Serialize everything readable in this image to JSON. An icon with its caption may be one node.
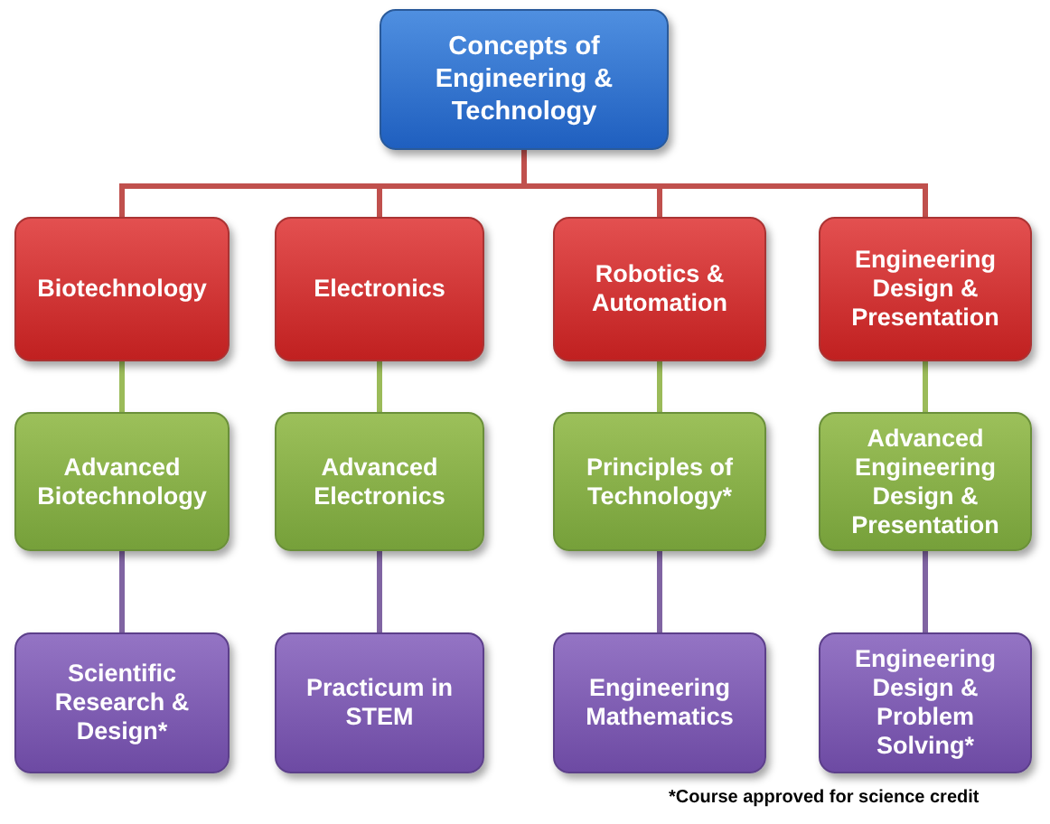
{
  "diagram": {
    "nodes": [
      {
        "text": [
          "Concepts of Engineering & Technology"
        ]
      },
      {
        "text": [
          "Biotechnology"
        ]
      },
      {
        "text": [
          "Electronics"
        ]
      },
      {
        "text": [
          "Robotics & Automation"
        ]
      },
      {
        "text": [
          "Engineering Design & Presentation"
        ]
      },
      {
        "text": [
          "Advanced Biotechnology"
        ]
      },
      {
        "text": [
          "Advanced Electronics"
        ]
      },
      {
        "text": [
          "Principles of Technology*"
        ]
      },
      {
        "text": [
          "Advanced Engineering Design & Presentation"
        ]
      },
      {
        "text": [
          "Scientific Research & Design*"
        ]
      },
      {
        "text": [
          "Practicum in STEM"
        ]
      },
      {
        "text": [
          "Engineering Mathematics"
        ]
      },
      {
        "text": [
          "Engineering Design & Problem Solving*"
        ]
      }
    ],
    "edges": [
      {
        "from": 0,
        "to": 1,
        "arrow": "none",
        "color": "#c0504d"
      },
      {
        "from": 0,
        "to": 2,
        "arrow": "none",
        "color": "#c0504d"
      },
      {
        "from": 0,
        "to": 3,
        "arrow": "none",
        "color": "#c0504d"
      },
      {
        "from": 0,
        "to": 4,
        "arrow": "none",
        "color": "#c0504d"
      },
      {
        "from": 1,
        "to": 5,
        "arrow": "none",
        "color": "#9bbb59"
      },
      {
        "from": 2,
        "to": 6,
        "arrow": "none",
        "color": "#9bbb59"
      },
      {
        "from": 3,
        "to": 7,
        "arrow": "none",
        "color": "#9bbb59"
      },
      {
        "from": 4,
        "to": 8,
        "arrow": "none",
        "color": "#9bbb59"
      },
      {
        "from": 5,
        "to": 9,
        "arrow": "none",
        "color": "#8064a2"
      },
      {
        "from": 6,
        "to": 10,
        "arrow": "none",
        "color": "#8064a2"
      },
      {
        "from": 7,
        "to": 11,
        "arrow": "none",
        "color": "#8064a2"
      },
      {
        "from": 8,
        "to": 12,
        "arrow": "none",
        "color": "#8064a2"
      }
    ],
    "labels": [
      "*Course approved for science credit"
    ]
  }
}
